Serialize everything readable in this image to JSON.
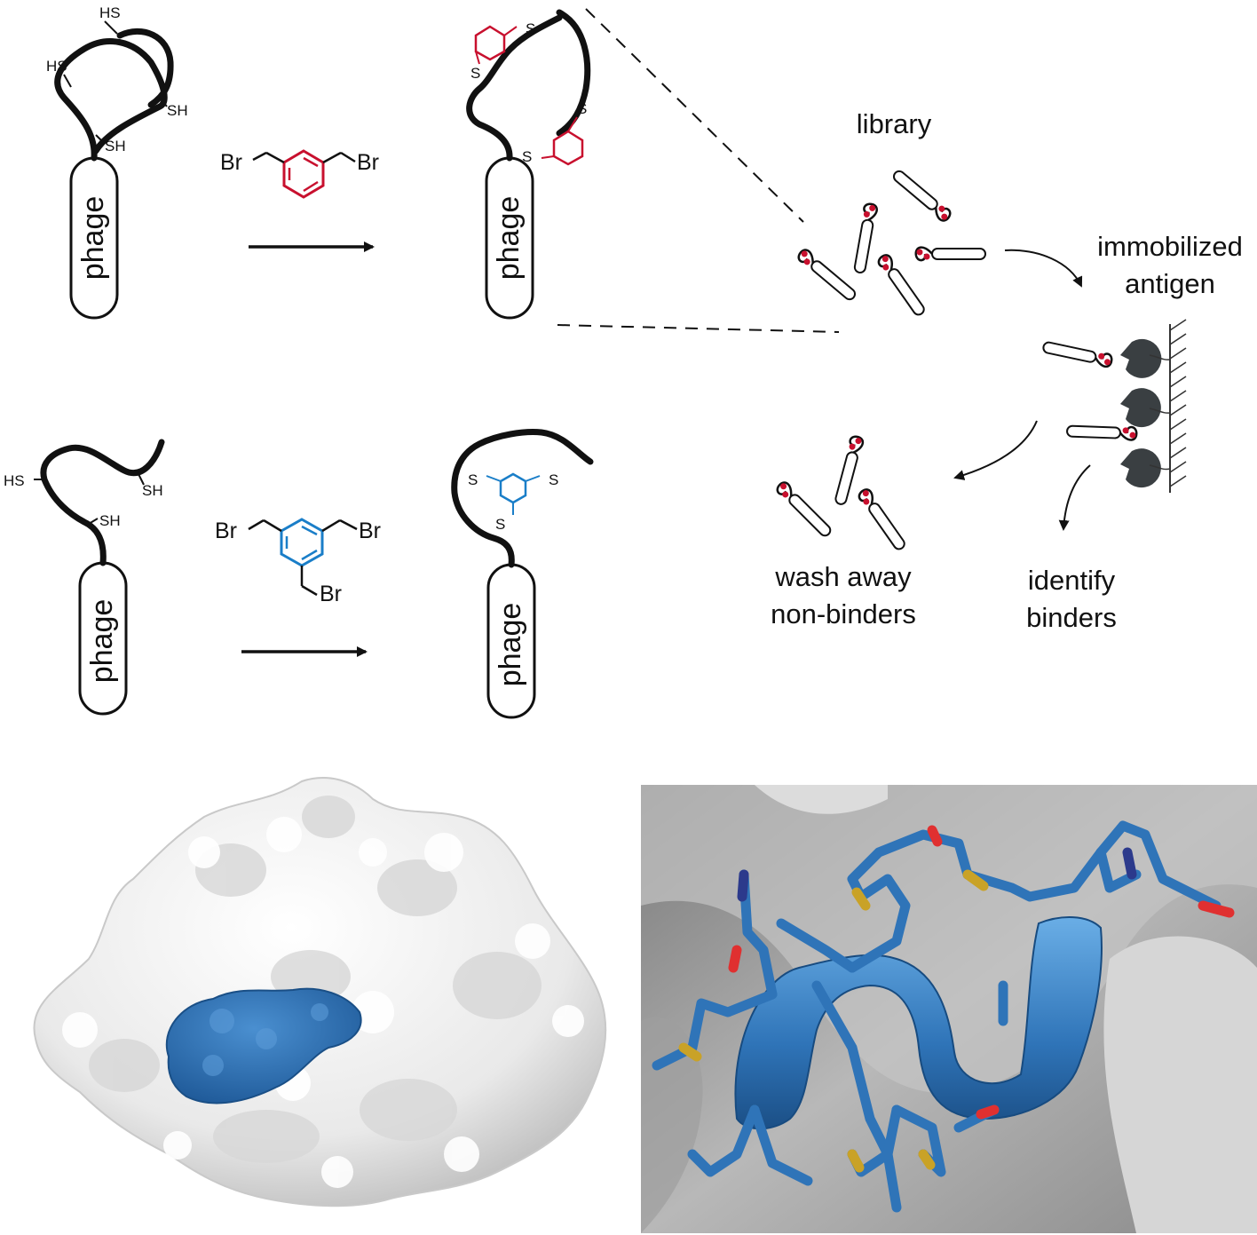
{
  "labels": {
    "phage": "phage",
    "library": "library",
    "immobilized": "immobilized",
    "antigen": "antigen",
    "wash_away": "wash away",
    "non_binders": "non-binders",
    "identify": "identify",
    "binders": "binders"
  },
  "atoms": {
    "thiol_left": "HS",
    "thiol_right": "SH",
    "sulfur": "S",
    "bromine": "Br"
  },
  "colors": {
    "linker_red": "#c8102e",
    "linker_blue": "#1a7ec8",
    "protein_blue": "#2f6fb0",
    "surface_white": "#e8e8e8",
    "receptor_gray": "#3a3f42",
    "sulfur_yellow": "#c9a227",
    "oxygen_red": "#e03030",
    "nitrogen_navy": "#2c3a8c"
  },
  "icons": {
    "phage": "rounded-rectangle-capsule",
    "antigen": "pacman-receptor",
    "arrow": "reaction-arrow"
  }
}
